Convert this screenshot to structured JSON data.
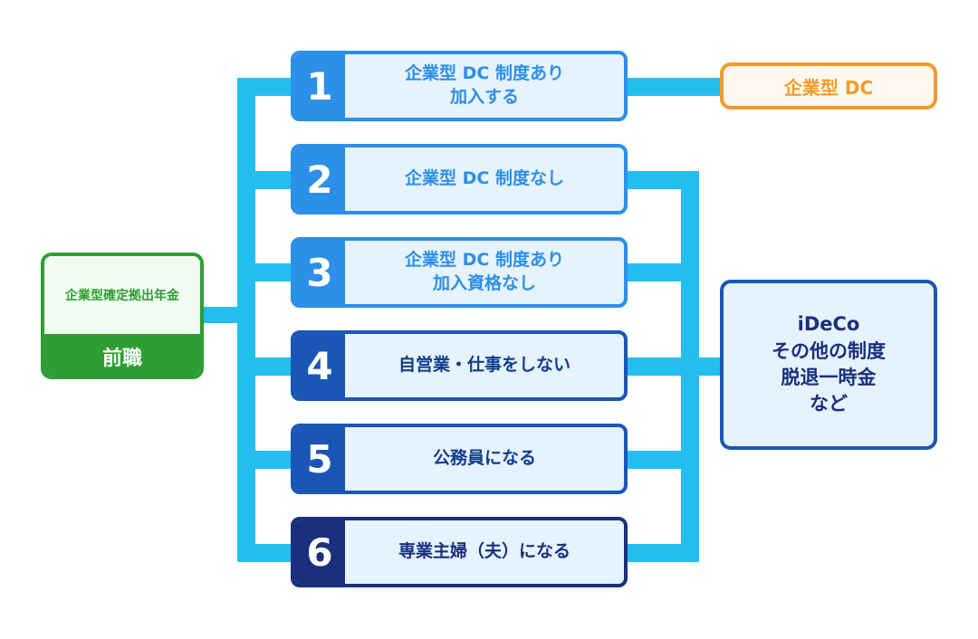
{
  "source": {
    "top_label": "企業型確定拠出年金",
    "bottom_label": "前職"
  },
  "options": [
    {
      "number": "1",
      "lines": [
        "企業型 DC 制度あり",
        "加入する"
      ]
    },
    {
      "number": "2",
      "lines": [
        "企業型 DC 制度なし"
      ]
    },
    {
      "number": "3",
      "lines": [
        "企業型 DC 制度あり",
        "加入資格なし"
      ]
    },
    {
      "number": "4",
      "lines": [
        "自営業・仕事をしない"
      ]
    },
    {
      "number": "5",
      "lines": [
        "公務員になる"
      ]
    },
    {
      "number": "6",
      "lines": [
        "専業主婦（夫）になる"
      ]
    }
  ],
  "results": {
    "dc": "企業型 DC",
    "ideco": [
      "iDeCo",
      "その他の制度",
      "脱退一時金",
      "など"
    ]
  },
  "colors": {
    "connector": "#22bef0",
    "green": "#2e9e33",
    "orange": "#f39a2c",
    "blue_light": "#2c8fe8",
    "blue_mid": "#1a56b6",
    "blue_dark": "#1a2f7d"
  }
}
